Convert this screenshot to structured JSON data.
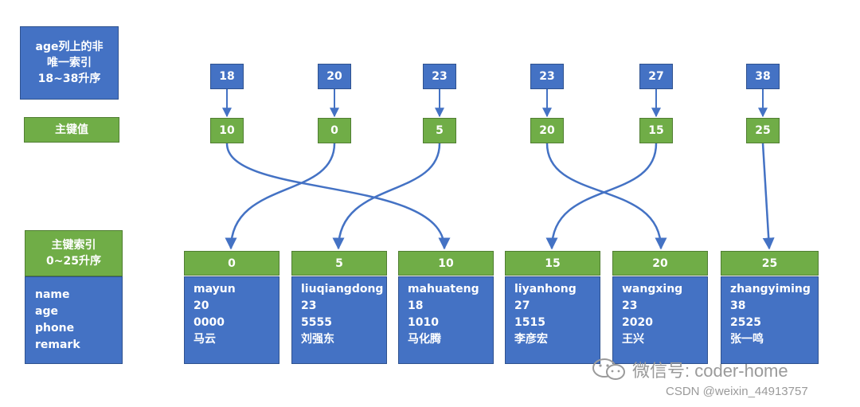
{
  "legend": {
    "index_box": [
      "age列上的非",
      "唯一索引",
      "18~38升序"
    ],
    "pk_value_box": "主键值",
    "pk_index_box": [
      "主键索引",
      "0~25升序"
    ],
    "fields": [
      "name",
      "age",
      "phone",
      "remark"
    ]
  },
  "age_index": [
    {
      "age": "18",
      "pk": "10"
    },
    {
      "age": "20",
      "pk": "0"
    },
    {
      "age": "23",
      "pk": "5"
    },
    {
      "age": "23",
      "pk": "20"
    },
    {
      "age": "27",
      "pk": "15"
    },
    {
      "age": "38",
      "pk": "25"
    }
  ],
  "records": [
    {
      "id": "0",
      "name": "mayun",
      "age": "20",
      "phone": "0000",
      "remark": "马云"
    },
    {
      "id": "5",
      "name": "liuqiangdong",
      "age": "23",
      "phone": "5555",
      "remark": "刘强东"
    },
    {
      "id": "10",
      "name": "mahuateng",
      "age": "18",
      "phone": "1010",
      "remark": "马化腾"
    },
    {
      "id": "15",
      "name": "liyanhong",
      "age": "27",
      "phone": "1515",
      "remark": "李彦宏"
    },
    {
      "id": "20",
      "name": "wangxing",
      "age": "23",
      "phone": "2020",
      "remark": "王兴"
    },
    {
      "id": "25",
      "name": "zhangyiming",
      "age": "38",
      "phone": "2525",
      "remark": "张一鸣"
    }
  ],
  "colors": {
    "blue": "#4472C4",
    "green": "#70AD47",
    "arrow": "#4472C4"
  },
  "watermark": {
    "wechat": "微信号: coder-home",
    "csdn": "CSDN @weixin_44913757",
    "icon": "wechat-icon"
  }
}
